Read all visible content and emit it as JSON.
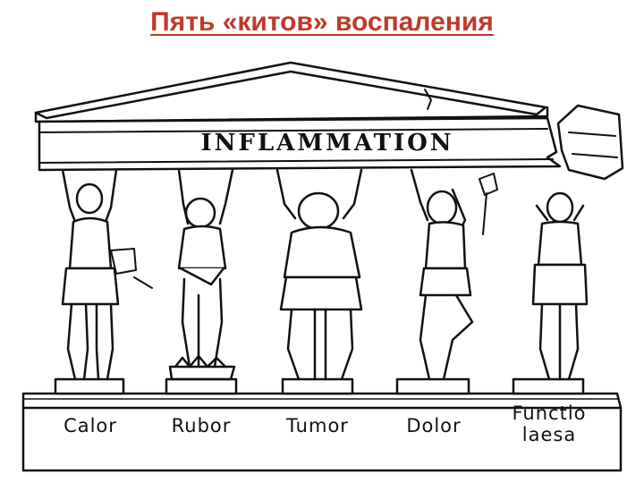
{
  "title": "Пять «китов» воспаления",
  "banner": "INFLAMMATION",
  "pillars": [
    {
      "label": "Calor"
    },
    {
      "label": "Rubor"
    },
    {
      "label": "Tumor"
    },
    {
      "label": "Dolor"
    },
    {
      "label": "Functio laesa",
      "line1": "Functio",
      "line2": "laesa"
    }
  ],
  "colors": {
    "title": "#c0392b",
    "ink": "#111111",
    "background": "#ffffff"
  }
}
